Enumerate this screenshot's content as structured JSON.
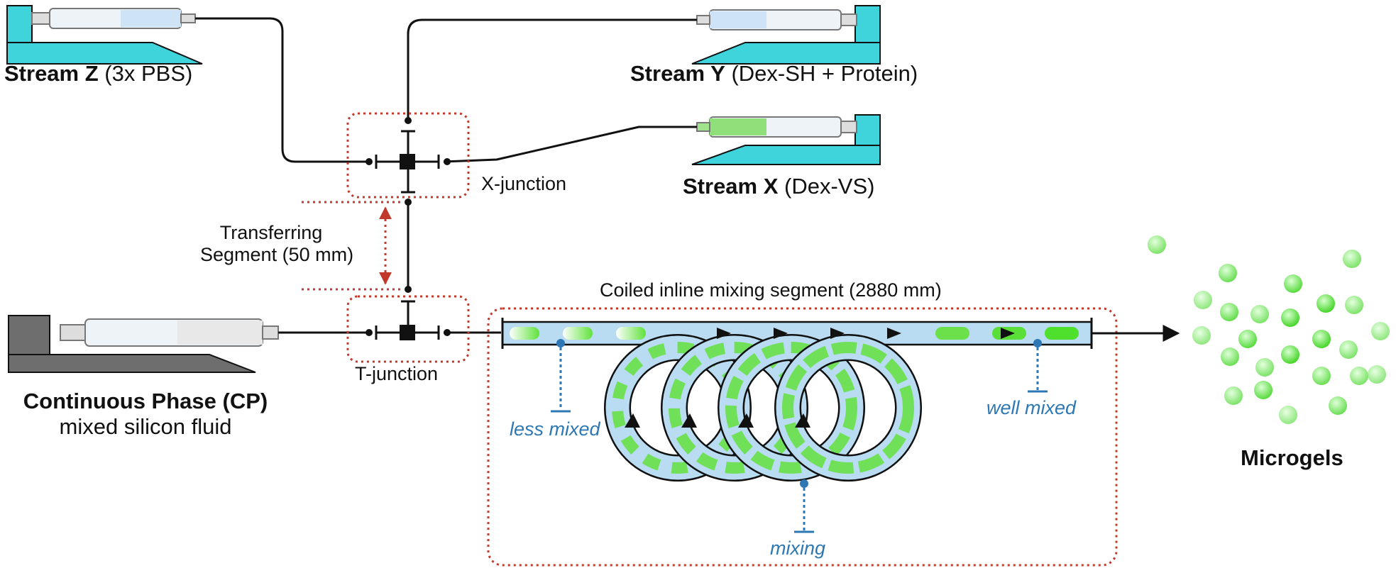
{
  "streams": {
    "z": {
      "name": "Stream Z",
      "detail": "(3x PBS)"
    },
    "y": {
      "name": "Stream Y",
      "detail": "(Dex-SH + Protein)"
    },
    "x": {
      "name": "Stream X",
      "detail": "(Dex-VS)"
    }
  },
  "continuous_phase": {
    "name": "Continuous Phase (CP)",
    "detail": "mixed silicon fluid"
  },
  "junctions": {
    "x_label": "X-junction",
    "t_label": "T-junction"
  },
  "transfer_segment": {
    "line1": "Transferring",
    "line2": "Segment (50 mm)"
  },
  "coil_segment": {
    "label": "Coiled inline mixing segment (2880 mm)"
  },
  "mixing_states": {
    "less": "less mixed",
    "mixing": "mixing",
    "well": "well mixed"
  },
  "output": {
    "label": "Microgels"
  },
  "colors": {
    "pump_cyan": "#3fd3dc",
    "pump_gray": "#6e6e6e",
    "tube_fill": "#b9dcf2",
    "droplet_green": "#4ee02c",
    "highlight_red": "#c0392b",
    "annotation_blue": "#2d78b4"
  },
  "icons": [
    "syringe-icon",
    "syringe-pump-icon",
    "junction-icon",
    "microgel-icon"
  ]
}
